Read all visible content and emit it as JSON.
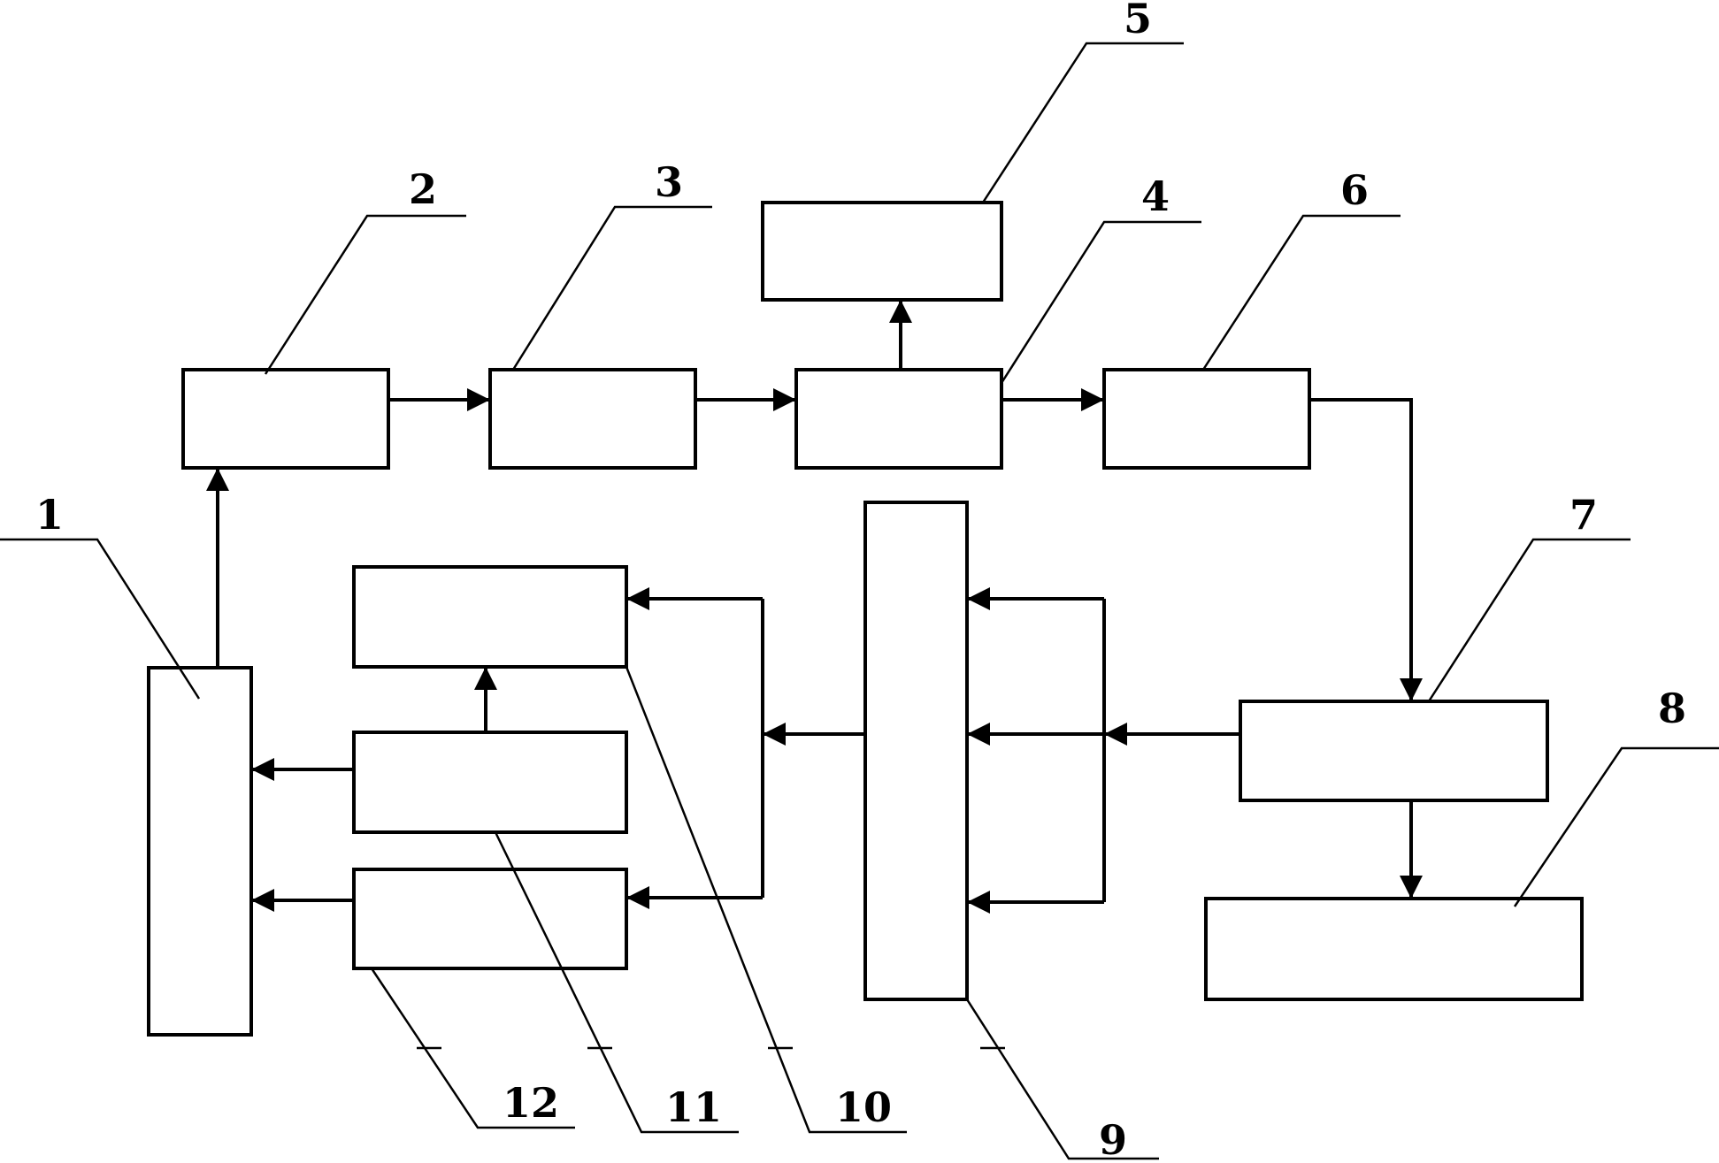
{
  "diagram": {
    "blocks": [
      {
        "id": "1",
        "label": "1"
      },
      {
        "id": "2",
        "label": "2"
      },
      {
        "id": "3",
        "label": "3"
      },
      {
        "id": "4",
        "label": "4"
      },
      {
        "id": "5",
        "label": "5"
      },
      {
        "id": "6",
        "label": "6"
      },
      {
        "id": "7",
        "label": "7"
      },
      {
        "id": "8",
        "label": "8"
      },
      {
        "id": "9",
        "label": "9"
      },
      {
        "id": "10",
        "label": "10"
      },
      {
        "id": "11",
        "label": "11"
      },
      {
        "id": "12",
        "label": "12"
      }
    ],
    "connections": [
      {
        "from": "1",
        "to": "2"
      },
      {
        "from": "2",
        "to": "3"
      },
      {
        "from": "3",
        "to": "4"
      },
      {
        "from": "4",
        "to": "5"
      },
      {
        "from": "4",
        "to": "6"
      },
      {
        "from": "6",
        "to": "7"
      },
      {
        "from": "7",
        "to": "8"
      },
      {
        "from": "7",
        "to": "9"
      },
      {
        "from": "9",
        "to": "10"
      },
      {
        "from": "9",
        "to": "12"
      },
      {
        "from": "11",
        "to": "10"
      },
      {
        "from": "11",
        "to": "1"
      },
      {
        "from": "12",
        "to": "1"
      }
    ]
  }
}
